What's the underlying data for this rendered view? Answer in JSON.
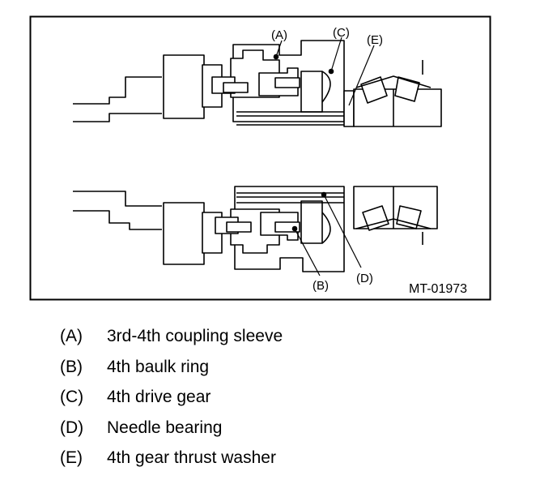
{
  "figure": {
    "code": "MT-01973",
    "callouts": {
      "a": "(A)",
      "b": "(B)",
      "c": "(C)",
      "d": "(D)",
      "e": "(E)"
    }
  },
  "legend": [
    {
      "key": "(A)",
      "text": "3rd-4th coupling sleeve"
    },
    {
      "key": "(B)",
      "text": "4th baulk ring"
    },
    {
      "key": "(C)",
      "text": "4th drive gear"
    },
    {
      "key": "(D)",
      "text": "Needle bearing"
    },
    {
      "key": "(E)",
      "text": "4th gear thrust washer"
    }
  ]
}
